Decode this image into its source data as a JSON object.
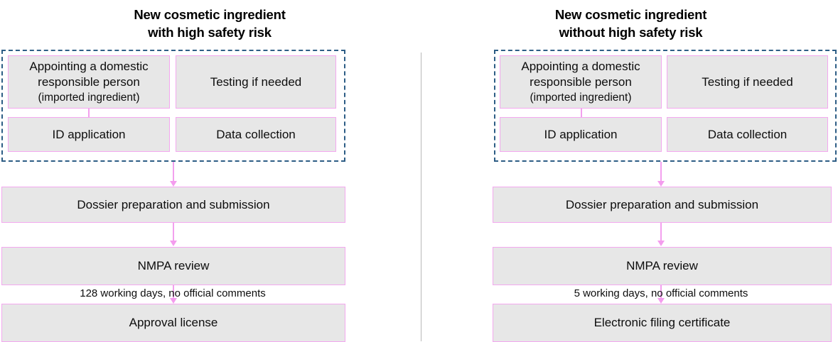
{
  "colors": {
    "box_fill": "#e7e7e7",
    "box_border": "#f3a8ef",
    "group_border": "#2d5d85",
    "arrow": "#f49cee",
    "divider": "#b9b9b9",
    "text": "#0d0d0d"
  },
  "panels": [
    {
      "title_line1": "New cosmetic ingredient",
      "title_line2": "with high safety risk",
      "group": {
        "boxes": [
          {
            "line1": "Appointing a domestic",
            "line2": "responsible  person",
            "line3": "(imported ingredient)"
          },
          {
            "line1": "Testing if needed"
          },
          {
            "line1": "ID application"
          },
          {
            "line1": "Data collection"
          }
        ]
      },
      "steps": [
        {
          "label": "Dossier preparation and submission"
        },
        {
          "label": "NMPA review"
        },
        {
          "label": "Approval license"
        }
      ],
      "note": "128 working days,  no official comments"
    },
    {
      "title_line1": "New cosmetic ingredient",
      "title_line2": "without high safety risk",
      "group": {
        "boxes": [
          {
            "line1": "Appointing a domestic",
            "line2": "responsible  person",
            "line3": "(imported ingredient)"
          },
          {
            "line1": "Testing if needed"
          },
          {
            "line1": "ID application"
          },
          {
            "line1": "Data collection"
          }
        ]
      },
      "steps": [
        {
          "label": "Dossier preparation and submission"
        },
        {
          "label": "NMPA review"
        },
        {
          "label": "Electronic filing certificate"
        }
      ],
      "note": "5 working days,  no official comments"
    }
  ]
}
